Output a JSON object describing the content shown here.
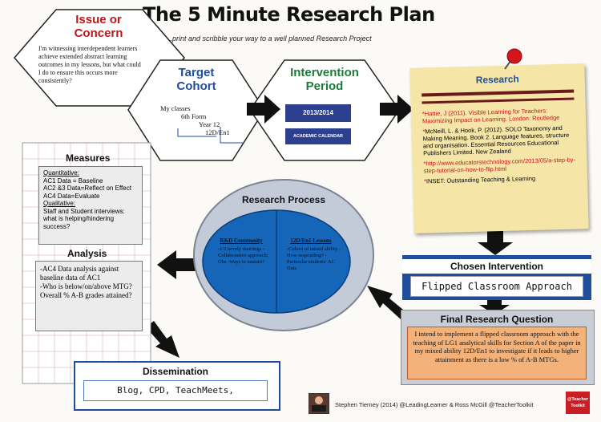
{
  "header": {
    "title": "The 5 Minute Research Plan",
    "subtitle": "....print and scribble your way to a well planned Research Project"
  },
  "issue": {
    "title_line1": "Issue or",
    "title_line2": "Concern",
    "text": "I'm witnessing interdependent learners achieve extended abstract learning outcomes in my lessons, but what could I do to ensure this occurs more consistently?"
  },
  "cohort": {
    "title_line1": "Target",
    "title_line2": "Cohort",
    "line1": "My classes",
    "line2": "6th Form",
    "line3": "Year 12",
    "line4": "12D/En1"
  },
  "intervention_period": {
    "title_line1": "Intervention",
    "title_line2": "Period",
    "year": "2013/2014",
    "calendar": "ACADEMIC CALENDAR"
  },
  "research": {
    "title": "Research",
    "refs": [
      {
        "star": "*",
        "text": "Hattie, J (2011). Visible Learning for Teachers: Maximizing Impact on Learning. London: Routledge"
      },
      {
        "star": "*",
        "text": "McNeill, L. & Hook, P. (2012). SOLO Taxonomy and Making Meaning. Book 2. Language features, structure and organisation. Essential Resources Educational Publishers Limited. New Zealand"
      },
      {
        "star": "*",
        "text": "http://www.educatorstechnology.com/2013/05/a-step-by-step-tutorial-on-how-to-flip.html"
      },
      {
        "star": "*",
        "text": "INSET: Outstanding Teaching & Learning"
      }
    ]
  },
  "measures": {
    "title": "Measures",
    "quant_label": "Quantitative:",
    "quant_lines": [
      "AC1 Data = Baseline",
      "AC2 &3 Data=Reflect on Effect",
      "AC4 Data=Evaluate"
    ],
    "qual_label": "Qualitative:",
    "qual_text": "Staff and Student interviews: what is helping/hindering success?"
  },
  "analysis": {
    "title": "Analysis",
    "text1": "-AC4 Data analysis against baseline data of AC1",
    "text2": "-Who is below/on/above MTG? Overall % A-B grades attained?"
  },
  "process": {
    "title": "Research Process",
    "left_title": "R&D Community",
    "left_text": "-1/2 termly meetings -Collaborative approach: Obs -Ways to sustain?",
    "right_title": "12D/En1 Lessons",
    "right_text": "-Cohort of mixed ability -How responding? -Particular students' AC Data"
  },
  "chosen": {
    "title": "Chosen Intervention",
    "value": "Flipped Classroom Approach"
  },
  "final_question": {
    "title": "Final Research Question",
    "text": "I intend to implement a flipped classroom approach with the teaching of LG1 analytical skills for Section A of the paper in my mixed ability 12D/En1 to investigate if it leads to higher attainment as there is a low % of A-B MTGs."
  },
  "dissemination": {
    "title": "Dissemination",
    "value": "Blog, CPD, TeachMeets,"
  },
  "footer": {
    "credit": "Stephen Tierney (2014) @LeadingLearner & Ross McGill @TeacherToolkit",
    "logo_line1": "@Teacher",
    "logo_line2": "Toolkit"
  },
  "colors": {
    "red": "#c0151a",
    "blue": "#1f4e9c",
    "green": "#1f7a3a",
    "note": "#f5e6a8",
    "circle": "#1565b8"
  }
}
